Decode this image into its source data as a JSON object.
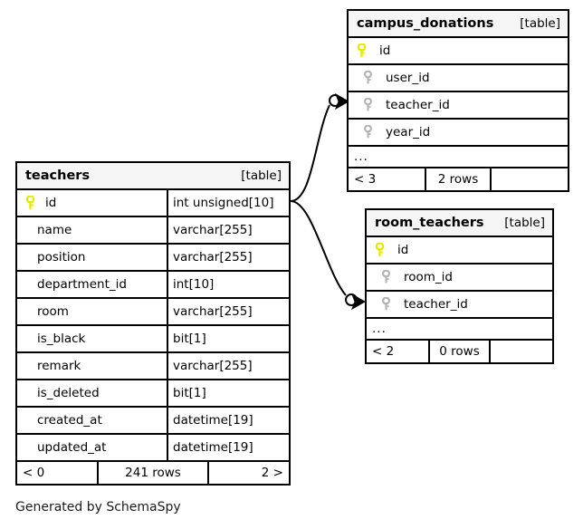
{
  "diagram": {
    "caption": "Generated by SchemaSpy",
    "table_tag": "[table]",
    "ellipsis": "...",
    "colors": {
      "primary_key": "#e8e800",
      "foreign_key": "#b3b3b3",
      "border": "#000000",
      "header_fill": "#f5f5f5",
      "background": "#ffffff"
    }
  },
  "tables": [
    {
      "id": "teachers",
      "name": "teachers",
      "tag": "[table]",
      "columns": [
        {
          "name": "id",
          "type": "int unsigned[10]",
          "key": "primary"
        },
        {
          "name": "name",
          "type": "varchar[255]",
          "key": "none"
        },
        {
          "name": "position",
          "type": "varchar[255]",
          "key": "none"
        },
        {
          "name": "department_id",
          "type": "int[10]",
          "key": "none"
        },
        {
          "name": "room",
          "type": "varchar[255]",
          "key": "none"
        },
        {
          "name": "is_black",
          "type": "bit[1]",
          "key": "none"
        },
        {
          "name": "remark",
          "type": "varchar[255]",
          "key": "none"
        },
        {
          "name": "is_deleted",
          "type": "bit[1]",
          "key": "none"
        },
        {
          "name": "created_at",
          "type": "datetime[19]",
          "key": "none"
        },
        {
          "name": "updated_at",
          "type": "datetime[19]",
          "key": "none"
        }
      ],
      "has_ellipsis": false,
      "footer": {
        "left": "< 0",
        "middle": "241 rows",
        "right": "2 >"
      }
    },
    {
      "id": "campus_donations",
      "name": "campus_donations",
      "tag": "[table]",
      "columns": [
        {
          "name": "id",
          "type": "",
          "key": "primary"
        },
        {
          "name": "user_id",
          "type": "",
          "key": "foreign"
        },
        {
          "name": "teacher_id",
          "type": "",
          "key": "foreign"
        },
        {
          "name": "year_id",
          "type": "",
          "key": "foreign"
        }
      ],
      "has_ellipsis": true,
      "footer": {
        "left": "< 3",
        "middle": "2 rows",
        "right": ""
      }
    },
    {
      "id": "room_teachers",
      "name": "room_teachers",
      "tag": "[table]",
      "columns": [
        {
          "name": "id",
          "type": "",
          "key": "primary"
        },
        {
          "name": "room_id",
          "type": "",
          "key": "foreign"
        },
        {
          "name": "teacher_id",
          "type": "",
          "key": "foreign"
        }
      ],
      "has_ellipsis": true,
      "footer": {
        "left": "< 2",
        "middle": "0 rows",
        "right": ""
      }
    }
  ],
  "relationships": [
    {
      "from": "teachers.id",
      "to": "campus_donations.teacher_id",
      "style": "zero-or-one-to-many"
    },
    {
      "from": "teachers.id",
      "to": "room_teachers.teacher_id",
      "style": "zero-or-one-to-many"
    }
  ]
}
